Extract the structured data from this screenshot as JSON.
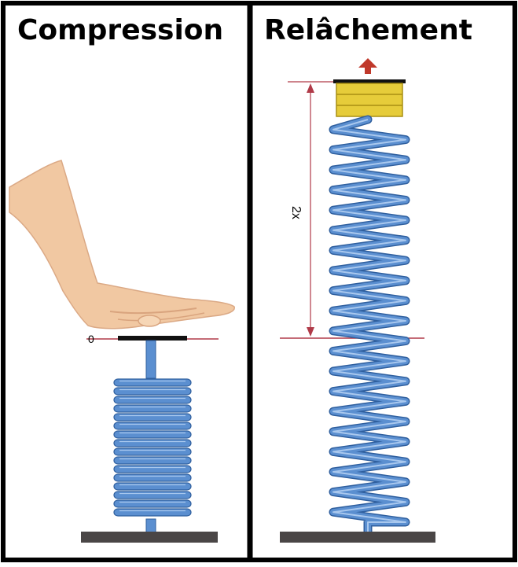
{
  "panels": {
    "left": {
      "title": "Compression",
      "zero_label": "0"
    },
    "right": {
      "title": "Relâchement",
      "displacement_label": "2x"
    }
  },
  "colors": {
    "spring": "#5b8fd0",
    "spring_dark": "#2f5f9e",
    "ground": "#4a4646",
    "reference_line": "#b03a48",
    "arrow": "#c0392b",
    "weight": "#e6cc3a",
    "weight_dark": "#a88f12",
    "skin": "#f1c8a2",
    "border": "#000000"
  },
  "icons": [
    "hand-icon",
    "up-arrow-icon",
    "dimension-arrow-icon"
  ]
}
